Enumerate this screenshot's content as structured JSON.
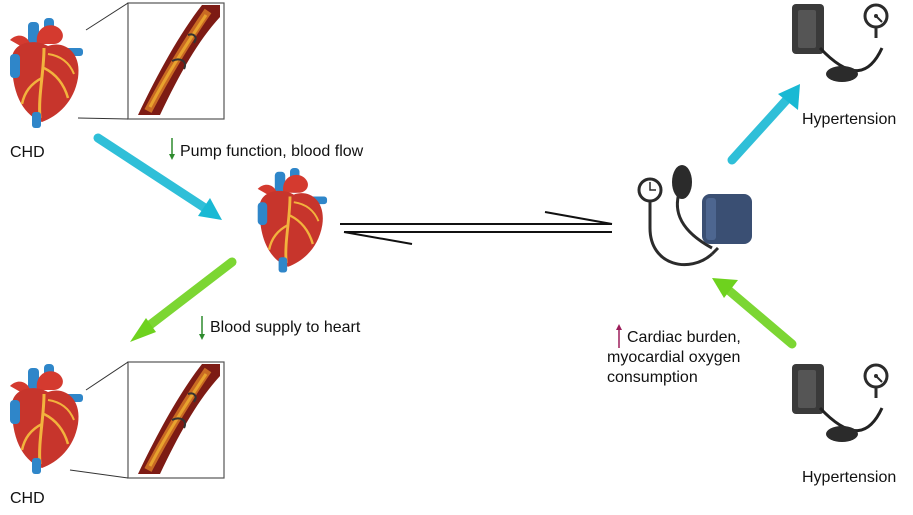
{
  "labels": {
    "chd_top": "CHD",
    "chd_bottom": "CHD",
    "pump_function": "Pump function, blood flow",
    "blood_supply": "Blood supply to heart",
    "cardiac_burden": "Cardiac burden, myocardial oxygen consumption",
    "hypertension_top": "Hypertension",
    "hypertension_bottom": "Hypertension"
  },
  "indicators": {
    "pump_function": "decrease",
    "blood_supply": "decrease",
    "cardiac_burden": "increase"
  },
  "colors": {
    "cyan_arrow": "#19b9d4",
    "green_arrow": "#6ed21e",
    "down_indicator": "#2e8b2e",
    "up_indicator": "#9c1d5a",
    "heart_red": "#c7352c",
    "heart_vessel_blue": "#2f86c9",
    "cuff_blue": "#3a4f73",
    "device_dark": "#333333"
  },
  "icons": {
    "heart": "heart-anatomy-icon",
    "artery": "artery-plaque-icon",
    "sphygmomanometer": "sphygmomanometer-icon",
    "bp_cuff": "bp-cuff-icon"
  }
}
